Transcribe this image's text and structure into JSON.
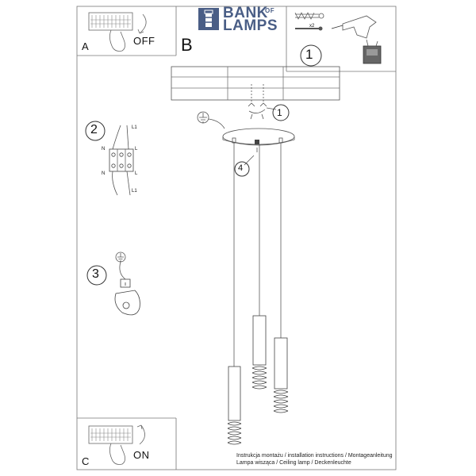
{
  "logo": {
    "line1": "BANK",
    "of": "OF",
    "line2": "LAMPS",
    "color": "#4a5e86"
  },
  "panels": {
    "a": {
      "letter": "A",
      "caption": "OFF"
    },
    "b": {
      "letter": "B"
    },
    "c": {
      "letter": "C",
      "caption": "ON"
    }
  },
  "steps": {
    "s1": "1",
    "s2": "2",
    "s3": "3",
    "s4": "4",
    "callout1": "1"
  },
  "hardware": {
    "qty": "x2"
  },
  "wiring": {
    "l1_top": "L1",
    "n_top": "N",
    "l_top": "L",
    "n_bot": "N",
    "l_bot": "L",
    "l1_bot": "L1"
  },
  "footer": {
    "line1": "Instrukcja montażu / installation instructions / Montageanleitung",
    "line2": "Lampa wisząca / Ceiling lamp / Deckenleuchte"
  }
}
